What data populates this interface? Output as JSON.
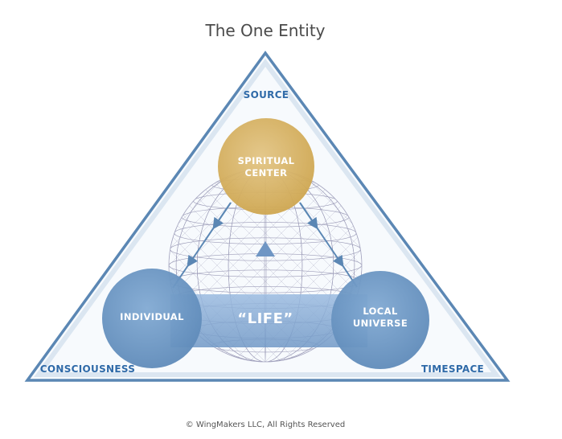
{
  "title": "The One Entity",
  "corners": {
    "top": "SOURCE",
    "bottom_left": "CONSCIOUSNESS",
    "bottom_right": "TIMESPACE"
  },
  "nodes": {
    "spiritual_center": {
      "line1": "SPIRITUAL",
      "line2": "CENTER"
    },
    "individual": {
      "label": "INDIVIDUAL"
    },
    "local_universe": {
      "line1": "LOCAL",
      "line2": "UNIVERSE"
    }
  },
  "life_label": "“LIFE”",
  "footer": "© WingMakers LLC, All Rights Reserved",
  "colors": {
    "triangle_stroke": "#5b87b4",
    "gold": "#d7b263",
    "blue_circle": "#6b97c5",
    "life_band": "#86aad3",
    "sphere_mesh": "#9c9cb8",
    "text_blue": "#2f6aa8"
  }
}
